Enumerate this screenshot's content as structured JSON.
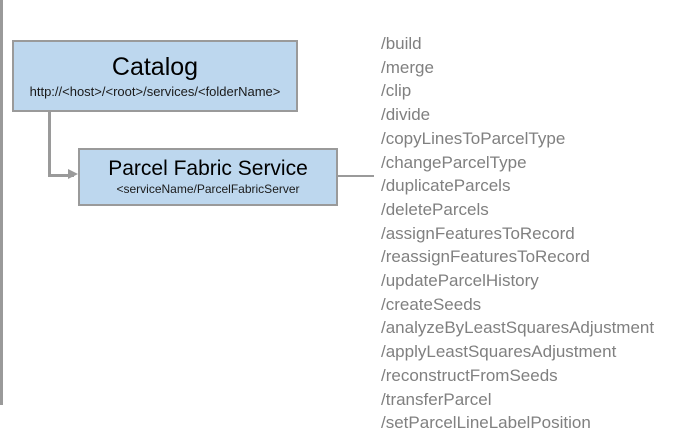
{
  "diagram": {
    "nodes": [
      {
        "id": "catalog",
        "title": "Catalog",
        "subtitle": "http://<host>/<root>/services/<folderName>"
      },
      {
        "id": "parcel-fabric-service",
        "title": "Parcel Fabric Service",
        "subtitle": "<serviceName/ParcelFabricServer"
      }
    ],
    "operations": [
      "/build",
      "/merge",
      "/clip",
      "/divide",
      "/copyLinesToParcelType",
      "/changeParcelType",
      "/duplicateParcels",
      "/deleteParcels",
      "/assignFeaturesToRecord",
      "/reassignFeaturesToRecord",
      "/updateParcelHistory",
      "/createSeeds",
      "/analyzeByLeastSquaresAdjustment",
      "/applyLeastSquaresAdjustment",
      "/reconstructFromSeeds",
      "/transferParcel",
      "/setParcelLineLabelPosition"
    ],
    "colors": {
      "node_fill": "#bdd7ee",
      "node_border": "#9a9a9a",
      "connector": "#9a9a9a",
      "operation_text": "#808080",
      "background": "#ffffff"
    }
  }
}
